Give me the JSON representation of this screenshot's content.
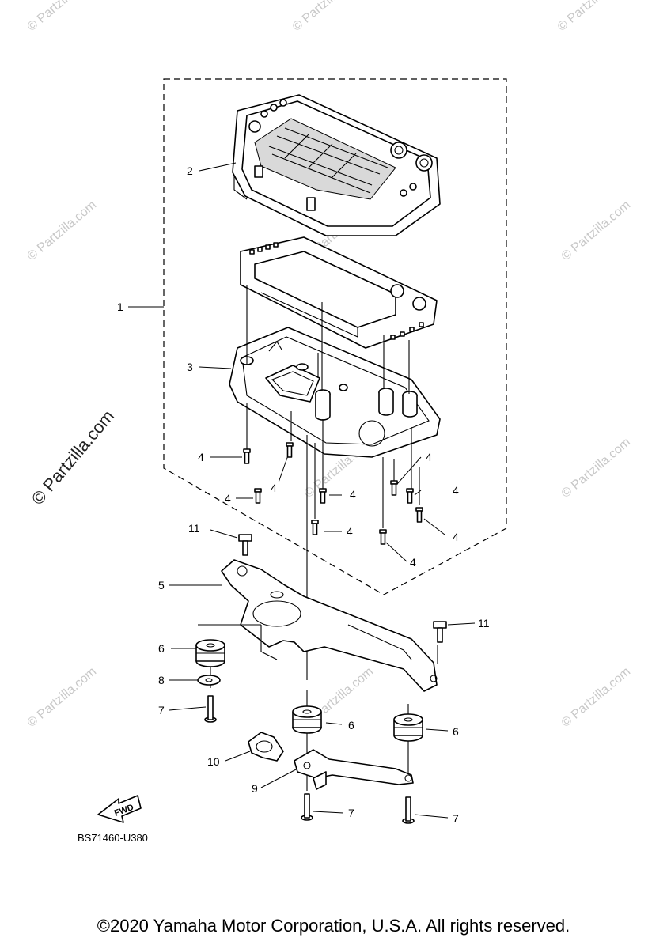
{
  "watermark": {
    "small": "© Partzilla.com",
    "large": "© Partzilla.com"
  },
  "callouts": {
    "c1": "1",
    "c2": "2",
    "c3": "3",
    "c4a": "4",
    "c4b": "4",
    "c4c": "4",
    "c4d": "4",
    "c4e": "4",
    "c4f": "4",
    "c4g": "4",
    "c4h": "4",
    "c4i": "4",
    "c5": "5",
    "c6a": "6",
    "c6b": "6",
    "c6c": "6",
    "c7a": "7",
    "c7b": "7",
    "c7c": "7",
    "c8": "8",
    "c9": "9",
    "c10": "10",
    "c11a": "11",
    "c11b": "11"
  },
  "fwd_label": "FWD",
  "figure_code": "BS71460-U380",
  "copyright": "©2020 Yamaha Motor Corporation, U.S.A. All rights reserved."
}
